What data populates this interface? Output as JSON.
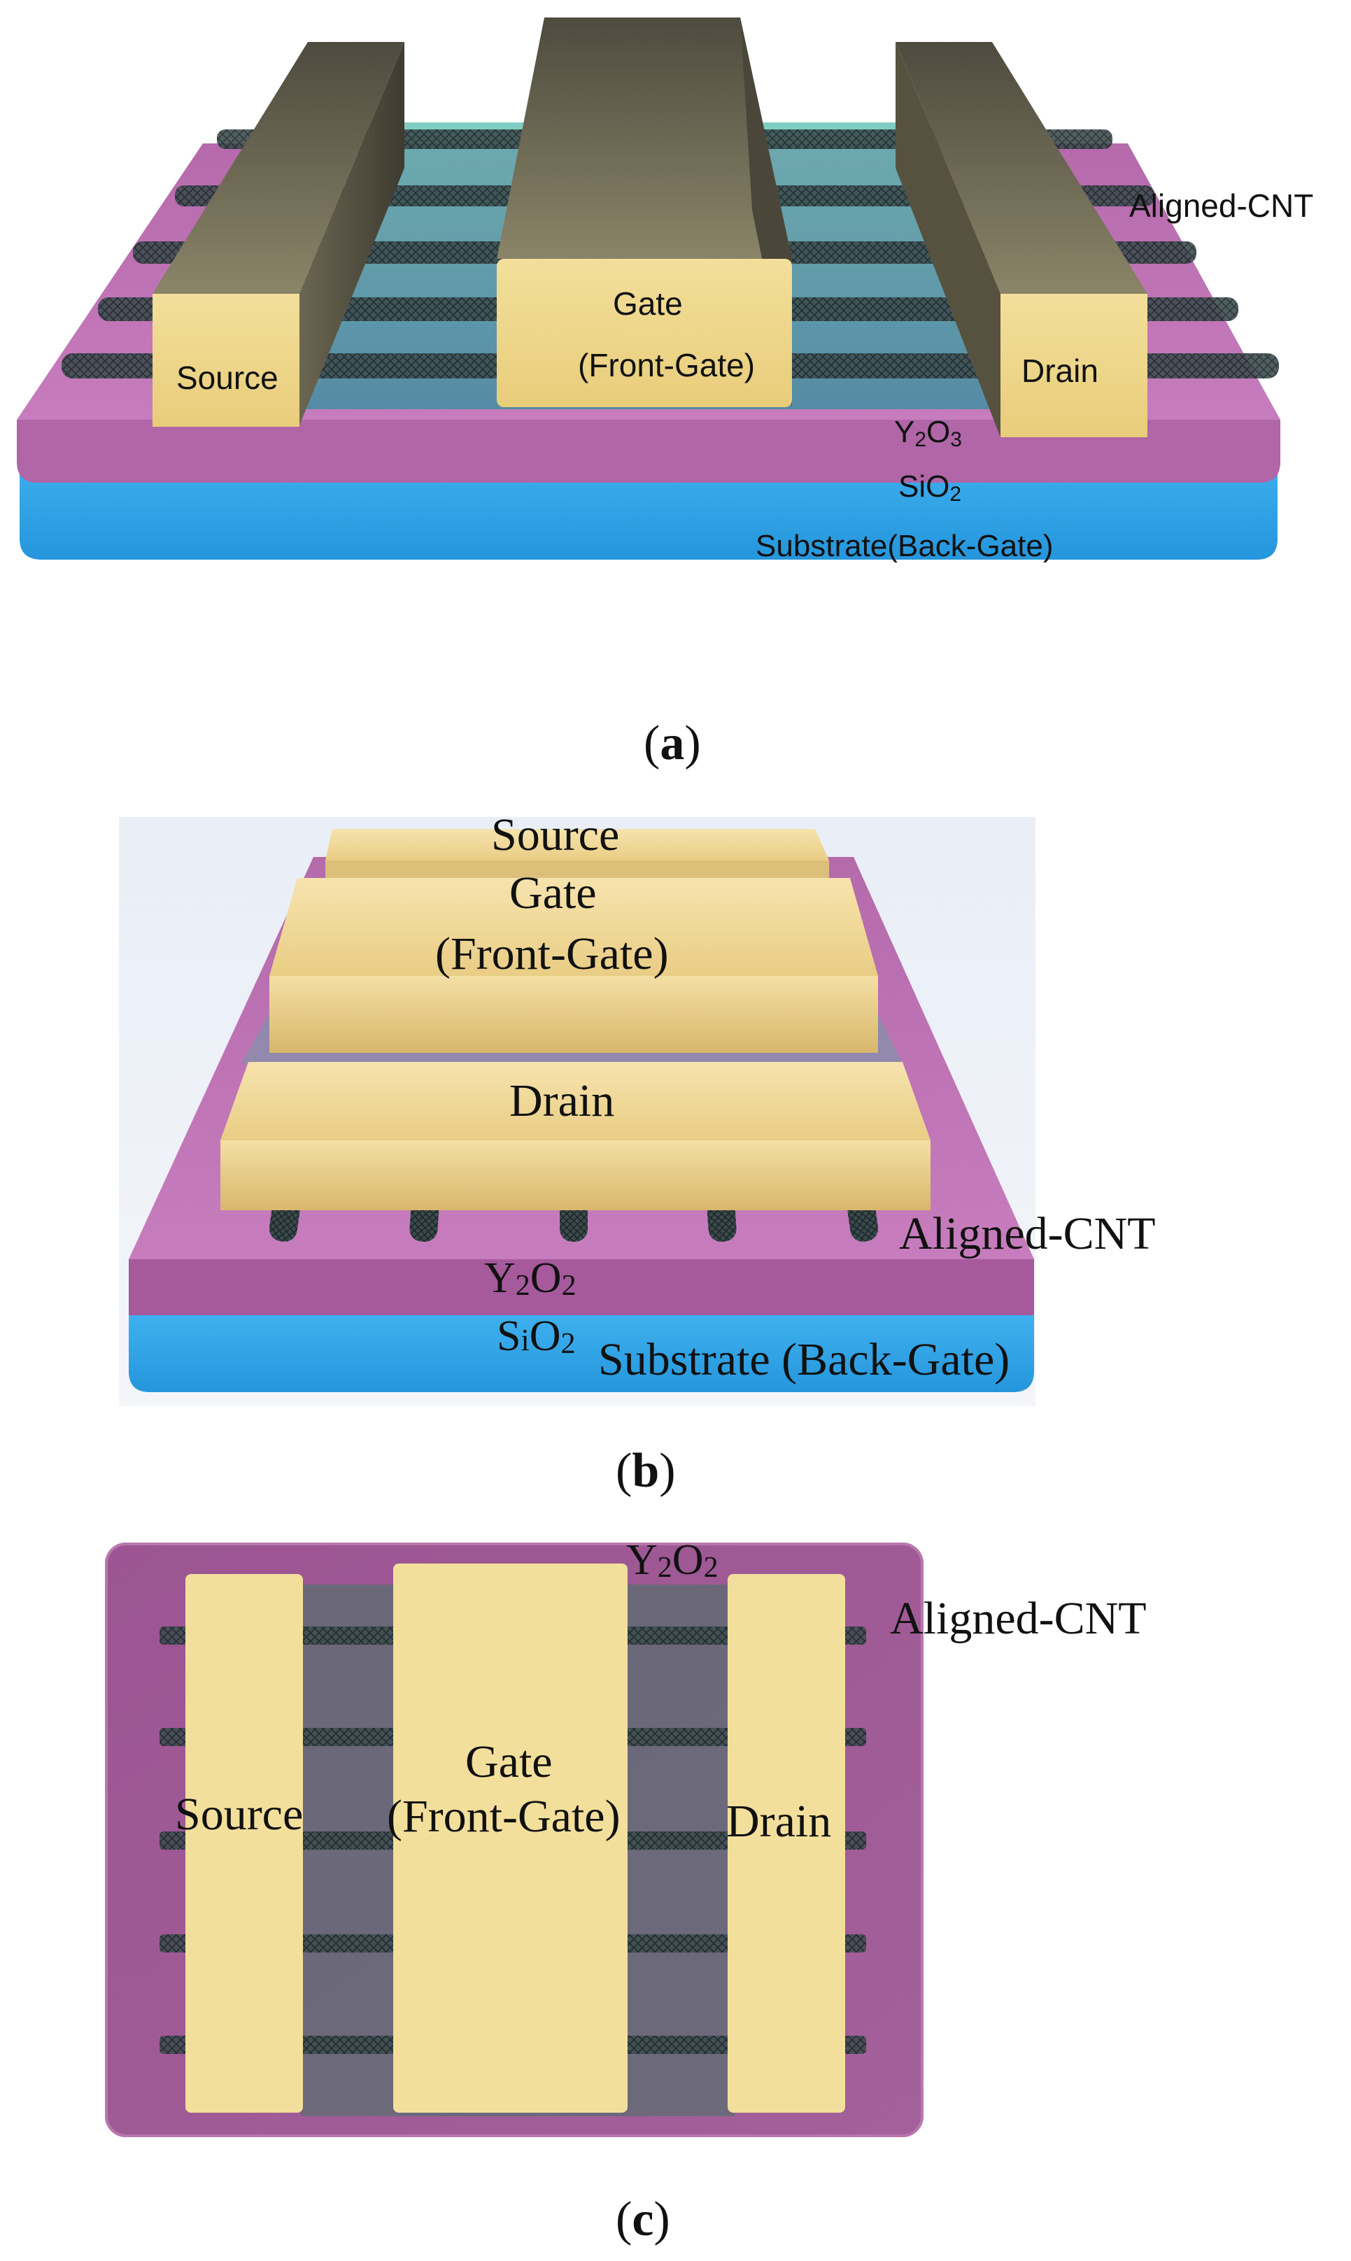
{
  "panel_a": {
    "caption_open": "(",
    "caption_letter": "a",
    "caption_close": ")",
    "source": "Source",
    "gate": "Gate",
    "front_gate": "(Front-Gate)",
    "drain": "Drain",
    "aligned_cnt": "Aligned-CNT",
    "y2o3_y": "Y",
    "y2o3_sub1": "2",
    "y2o3_o": "O",
    "y2o3_sub2": "3",
    "sio2_s": "SiO",
    "sio2_sub": "2",
    "substrate": "Substrate(Back-Gate)"
  },
  "panel_b": {
    "caption_open": "(",
    "caption_letter": "b",
    "caption_close": ")",
    "source": "Source",
    "gate": "Gate",
    "front_gate": "(Front-Gate)",
    "drain": "Drain",
    "aligned_cnt": "Aligned-CNT",
    "y2o2_y": "Y",
    "y2o2_sub1": "2",
    "y2o2_o": "O",
    "y2o2_sub2": "2",
    "sio2_s": "S",
    "sio2_i": "i",
    "sio2_o": "O",
    "sio2_sub": "2",
    "substrate": "Substrate (Back-Gate)"
  },
  "panel_c": {
    "caption_open": "(",
    "caption_letter": "c",
    "caption_close": ")",
    "source": "Source",
    "gate": "Gate",
    "front_gate": "(Front-Gate)",
    "drain": "Drain",
    "aligned_cnt": "Aligned-CNT",
    "y2o2_y": "Y",
    "y2o2_sub1": "2",
    "y2o2_o": "O",
    "y2o2_sub2": "2"
  },
  "colors": {
    "electrode": "#efd98f",
    "electrode_dark": "#c9a85a",
    "electrode_top": "#5e5b4c",
    "dielectric": "#a55c9b",
    "dielectric_top": "#b86aae",
    "substrate": "#31a6e6",
    "substrate_dark": "#1f7fc0",
    "channel": "#3f8f99",
    "cnt": "#2a3a3c"
  }
}
